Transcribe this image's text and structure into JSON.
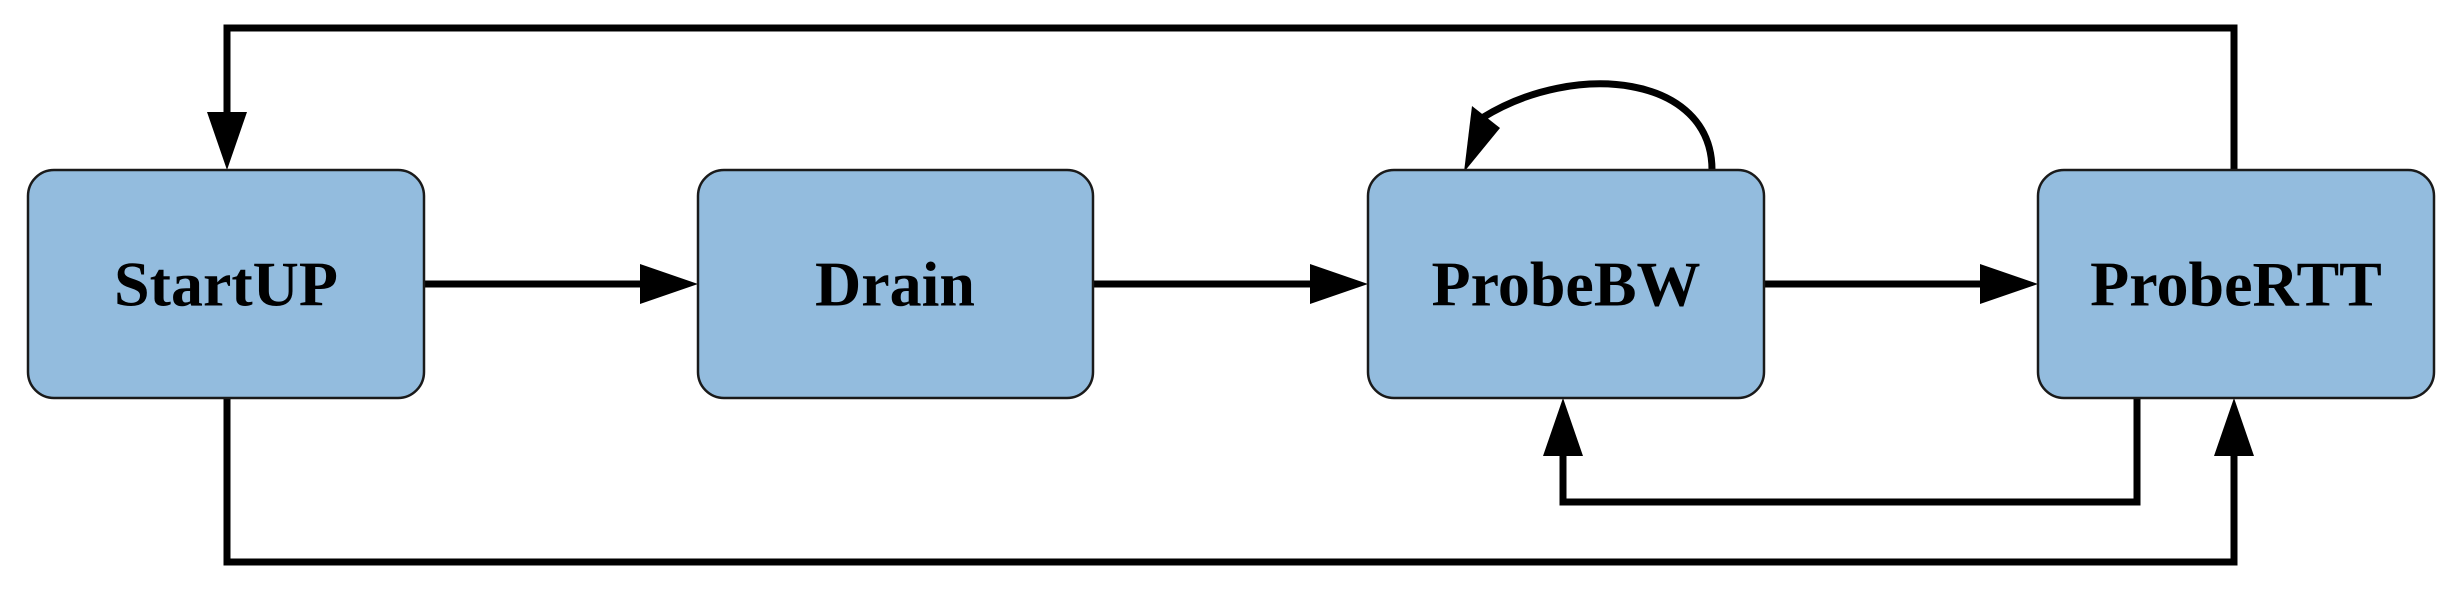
{
  "states": [
    {
      "id": "startup",
      "label": "StartUP"
    },
    {
      "id": "drain",
      "label": "Drain"
    },
    {
      "id": "probebw",
      "label": "ProbeBW"
    },
    {
      "id": "probertt",
      "label": "ProbeRTT"
    }
  ],
  "transitions": [
    {
      "from": "startup",
      "to": "drain"
    },
    {
      "from": "drain",
      "to": "probebw"
    },
    {
      "from": "probebw",
      "to": "probertt"
    },
    {
      "from": "probebw",
      "to": "probebw"
    },
    {
      "from": "probertt",
      "to": "startup"
    },
    {
      "from": "probertt",
      "to": "probebw"
    },
    {
      "from": "startup",
      "to": "probertt"
    }
  ],
  "colors": {
    "state_fill": "#93bcde",
    "state_stroke": "#1a1a1a",
    "edge": "#000000"
  }
}
